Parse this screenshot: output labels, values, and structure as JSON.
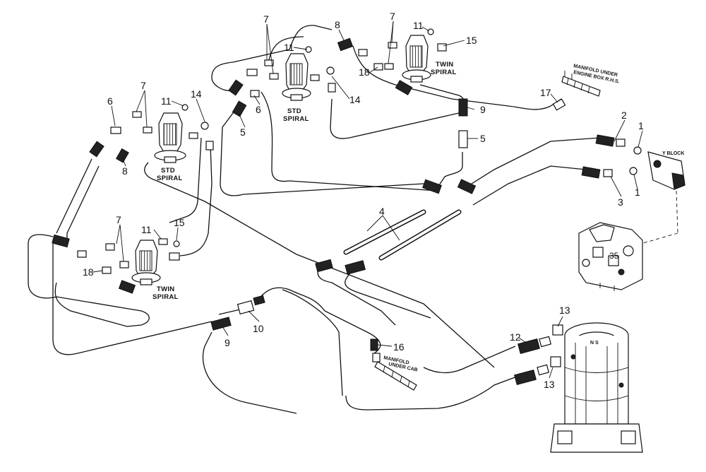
{
  "callouts": {
    "c1a": "1",
    "c1b": "1",
    "c2": "2",
    "c3": "3",
    "c4": "4",
    "c5a": "5",
    "c5b": "5",
    "c6a": "6",
    "c6b": "6",
    "c7a": "7",
    "c7b": "7",
    "c7c": "7",
    "c7d": "7",
    "c8a": "8",
    "c8b": "8",
    "c9a": "9",
    "c9b": "9",
    "c10": "10",
    "c11a": "11",
    "c11b": "11",
    "c11c": "11",
    "c11d": "11",
    "c12": "12",
    "c13a": "13",
    "c13b": "13",
    "c14a": "14",
    "c14b": "14",
    "c15a": "15",
    "c15b": "15",
    "c16": "16",
    "c17": "17",
    "c18a": "18",
    "c18b": "18"
  },
  "captions": {
    "std_spiral_1_l1": "STD",
    "std_spiral_1_l2": "SPIRAL",
    "std_spiral_2_l1": "STD",
    "std_spiral_2_l2": "SPIRAL",
    "twin_spiral_1_l1": "TWIN",
    "twin_spiral_1_l2": "SPIRAL",
    "twin_spiral_2_l1": "TWIN",
    "twin_spiral_2_l2": "SPIRAL",
    "manifold_engine_l1": "MANIFOLD UNDER",
    "manifold_engine_l2": "ENGINE BOX R.H.S.",
    "manifold_cab_l1": "MANIFOLD",
    "manifold_cab_l2": "UNDER CAB",
    "y_block": "Y BLOCK",
    "valve_mark": "35",
    "cylinder_mark": "N S"
  }
}
